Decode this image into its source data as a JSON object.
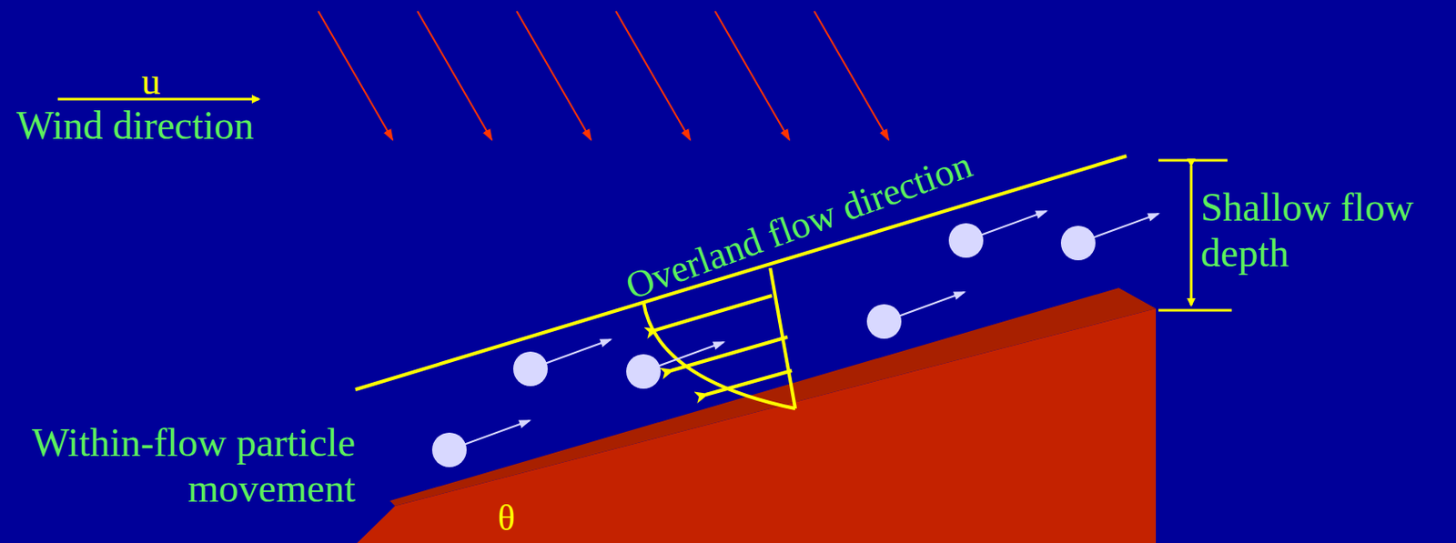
{
  "diagram": {
    "labels": [
      "u",
      "Wind direction",
      "Overland flow direction",
      "Shallow flow depth",
      "Within-flow particle movement",
      "θ"
    ]
  }
}
